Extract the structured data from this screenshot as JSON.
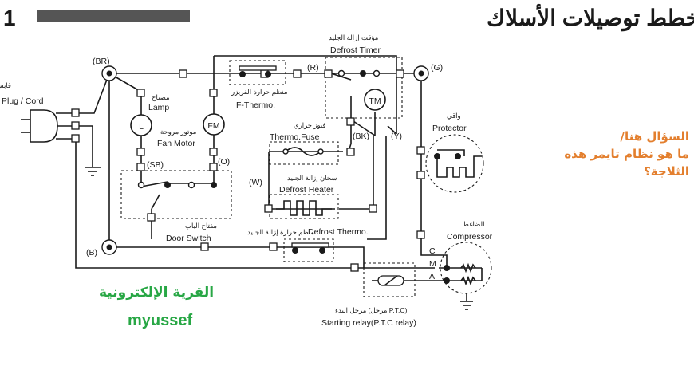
{
  "header": {
    "title_ar": "مخطط توصيلات الأسلاك",
    "page_mark": "1"
  },
  "nodes": {
    "br": "(BR)",
    "g": "(G)",
    "b": "(B)",
    "r": "(R)",
    "sb": "(SB)",
    "o": "(O)",
    "w": "(W)",
    "bk": "(BK)",
    "y": "(Y)"
  },
  "components": {
    "plug": {
      "ar": "قابس/ سلك",
      "en": "Plug / Cord"
    },
    "lamp": {
      "ar": "مصباح",
      "en": "Lamp",
      "symbol": "L"
    },
    "fan_motor": {
      "ar": "موتور مروحة",
      "en": "Fan Motor",
      "symbol": "FM"
    },
    "f_thermo": {
      "ar": "منظم حرارة الفريزر",
      "en": "F-Thermo."
    },
    "defrost_timer": {
      "ar": "مؤقت إزالة الجليد",
      "en": "Defrost Timer",
      "symbol": "TM"
    },
    "protector": {
      "ar": "واقي",
      "en": "Protector"
    },
    "thermo_fuse": {
      "ar": "فيوز حراري",
      "en": "Thermo.Fuse"
    },
    "defrost_heater": {
      "ar": "سخان إزالة الجليد",
      "en": "Defrost Heater"
    },
    "door_switch": {
      "ar": "مفتاح الباب",
      "en": "Door Switch"
    },
    "defrost_thermo": {
      "ar": "منظم حرارة إزالة الجليد",
      "en": "Defrost Thermo."
    },
    "compressor": {
      "ar": "الضاغط",
      "en": "Compressor",
      "pin_c": "C",
      "pin_m": "M",
      "pin_a": "A"
    },
    "starting_relay": {
      "ar": "مرحل البدء (مرحل P.T.C)",
      "en": "Starting relay(P.T.C relay)"
    }
  },
  "question": {
    "line1": "السؤال هنا/",
    "line2": "ما هو نظام تايمر هذه",
    "line3": "الثلاجة؟"
  },
  "brand": {
    "ar": "القرية الإلكترونية",
    "en": "myussef"
  },
  "colors": {
    "question": "#e37f2e",
    "brand": "#28a745",
    "header_bar": "#555555",
    "ink": "#1a1a1a"
  }
}
